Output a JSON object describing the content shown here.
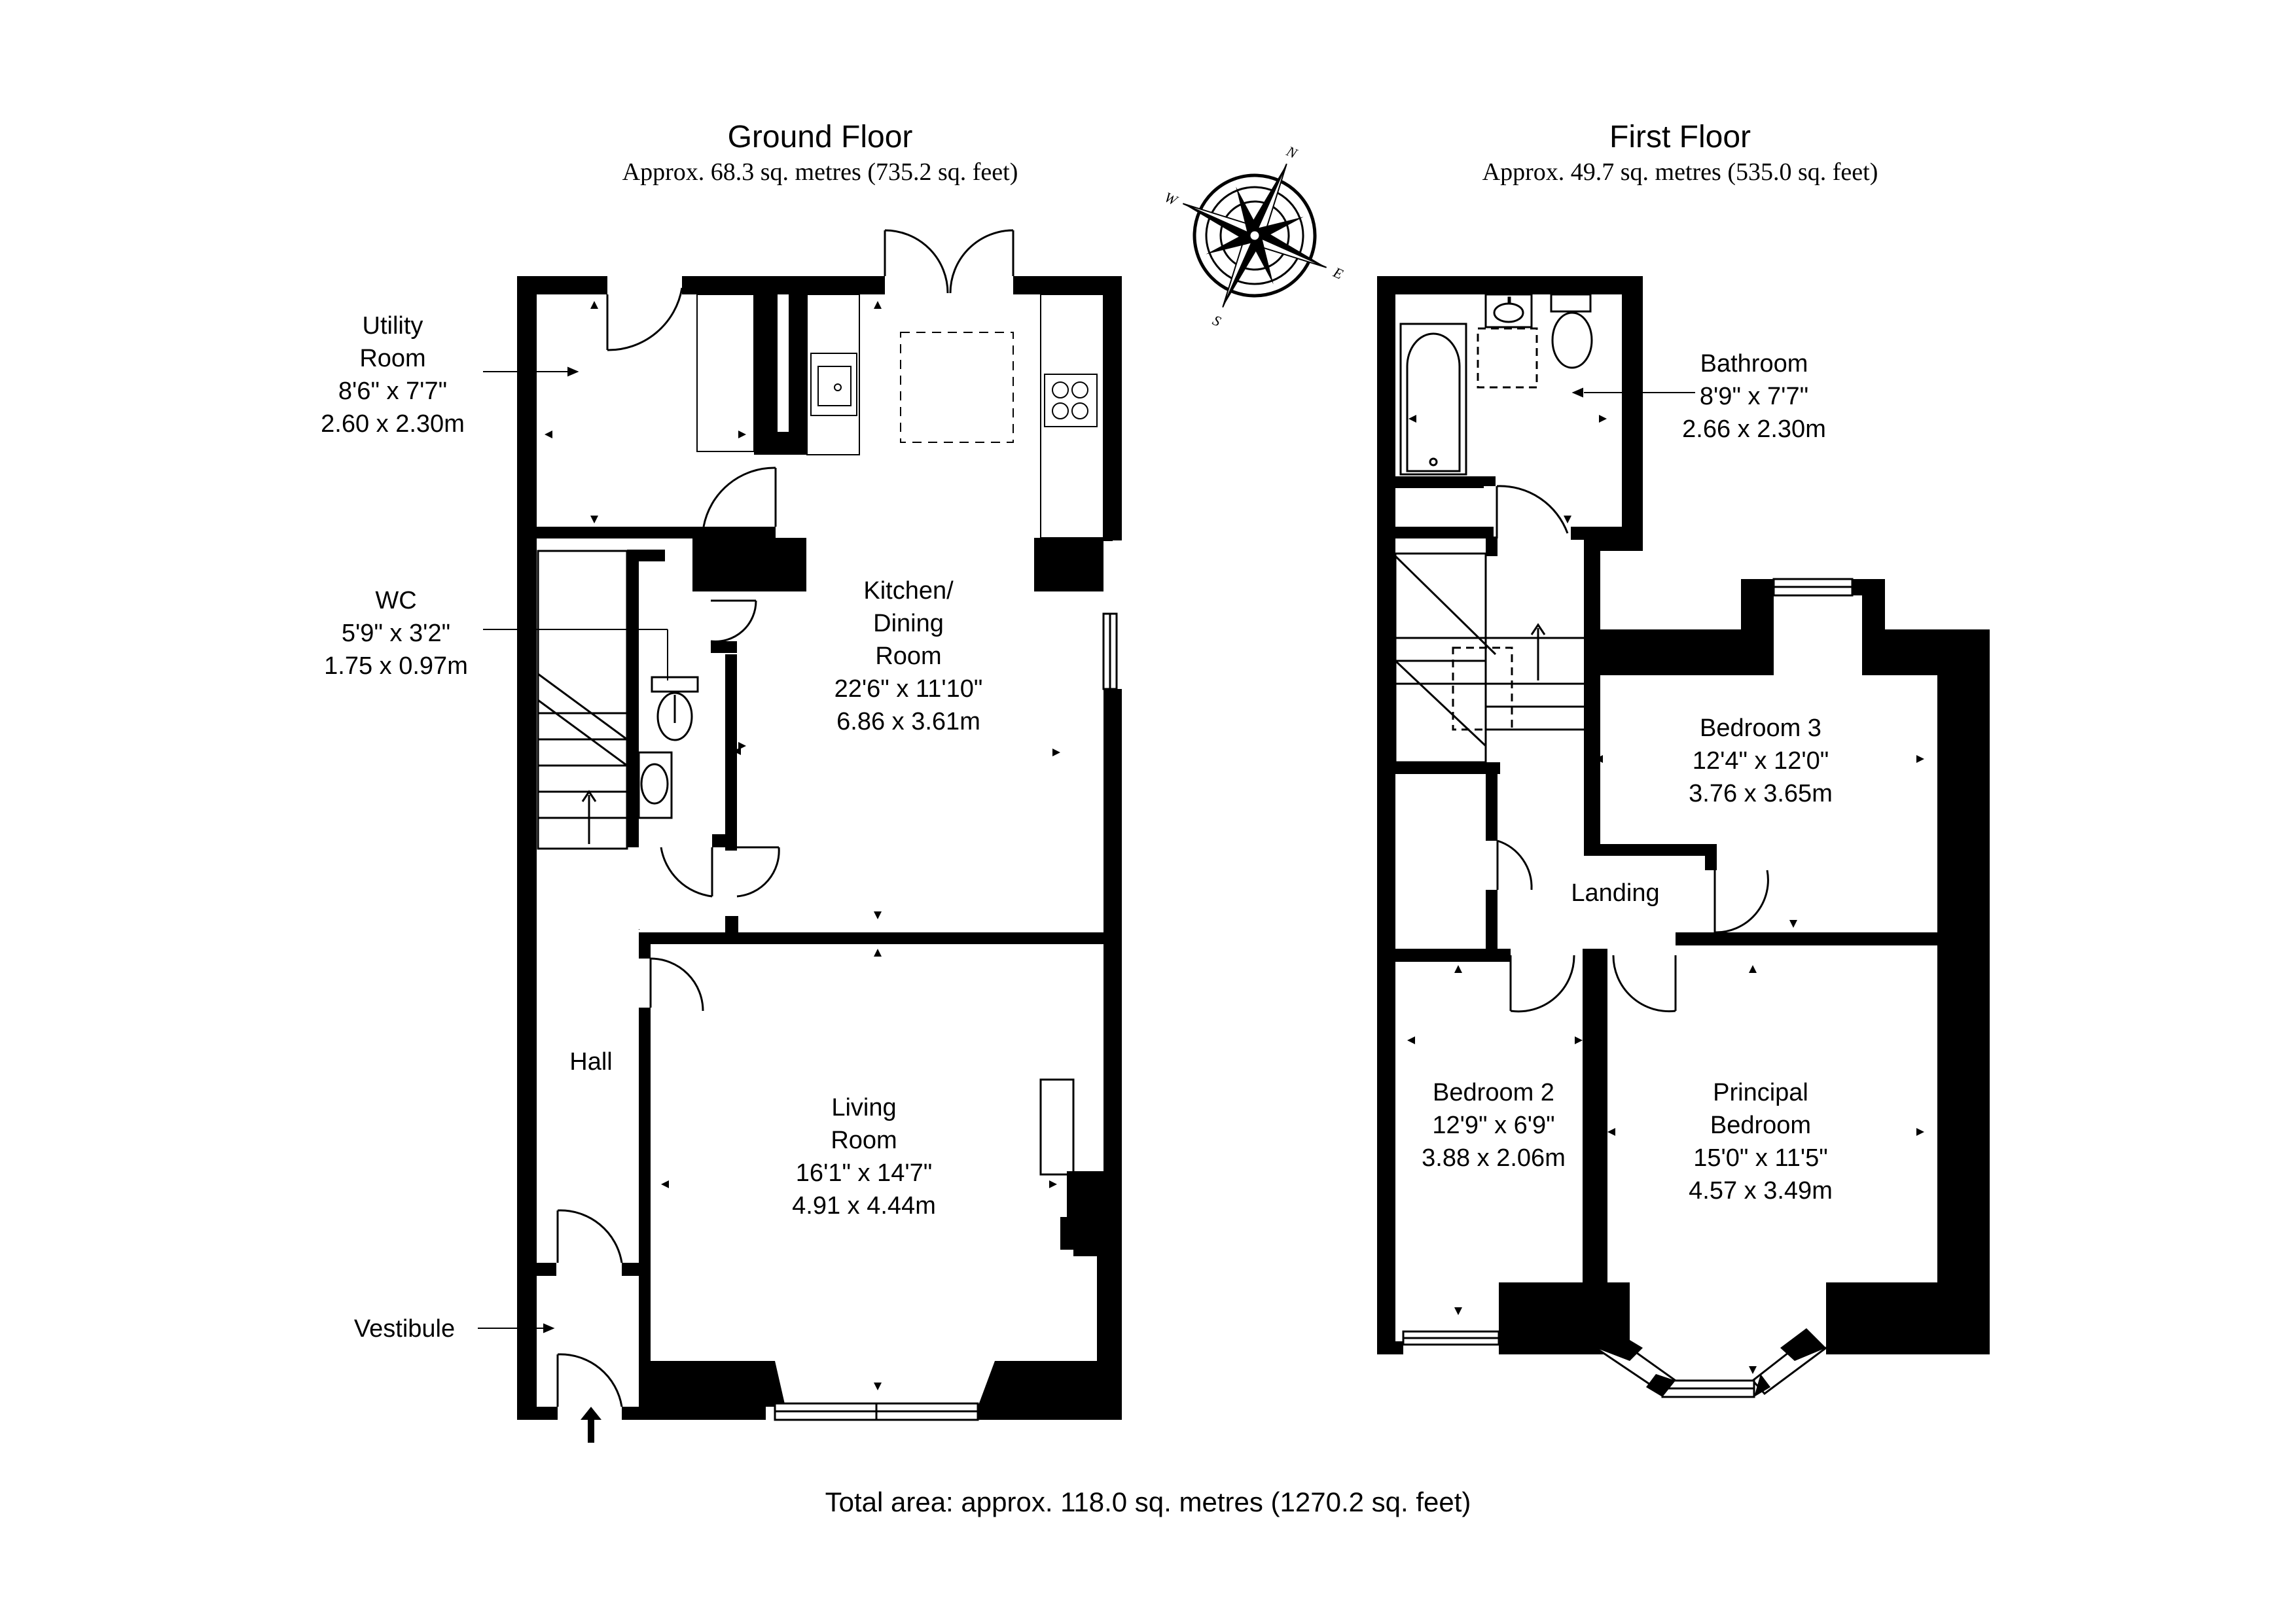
{
  "ground_floor": {
    "title": "Ground Floor",
    "area": "Approx. 68.3 sq. metres (735.2 sq. feet)",
    "rooms": {
      "utility": {
        "name_1": "Utility",
        "name_2": "Room",
        "imperial": "8'6\" x 7'7\"",
        "metric": "2.60 x 2.30m"
      },
      "wc": {
        "name_1": "WC",
        "imperial": "5'9\" x 3'2\"",
        "metric": "1.75 x 0.97m"
      },
      "kitchen": {
        "name_1": "Kitchen/",
        "name_2": "Dining",
        "name_3": "Room",
        "imperial": "22'6\" x 11'10\"",
        "metric": "6.86 x 3.61m"
      },
      "hall": {
        "name_1": "Hall"
      },
      "living": {
        "name_1": "Living",
        "name_2": "Room",
        "imperial": "16'1\" x 14'7\"",
        "metric": "4.91 x 4.44m"
      },
      "vestibule": {
        "name_1": "Vestibule"
      }
    }
  },
  "first_floor": {
    "title": "First Floor",
    "area": "Approx. 49.7 sq. metres (535.0 sq. feet)",
    "rooms": {
      "bathroom": {
        "name_1": "Bathroom",
        "imperial": "8'9\" x 7'7\"",
        "metric": "2.66 x 2.30m"
      },
      "bedroom3": {
        "name_1": "Bedroom 3",
        "imperial": "12'4\" x 12'0\"",
        "metric": "3.76 x 3.65m"
      },
      "landing": {
        "name_1": "Landing"
      },
      "bedroom2": {
        "name_1": "Bedroom 2",
        "imperial": "12'9\" x 6'9\"",
        "metric": "3.88 x 2.06m"
      },
      "principal": {
        "name_1": "Principal",
        "name_2": "Bedroom",
        "imperial": "15'0\" x 11'5\"",
        "metric": "4.57 x 3.49m"
      }
    }
  },
  "compass": {
    "n": "N",
    "e": "E",
    "s": "S",
    "w": "W"
  },
  "total_area": "Total area: approx. 118.0 sq. metres (1270.2 sq. feet)"
}
